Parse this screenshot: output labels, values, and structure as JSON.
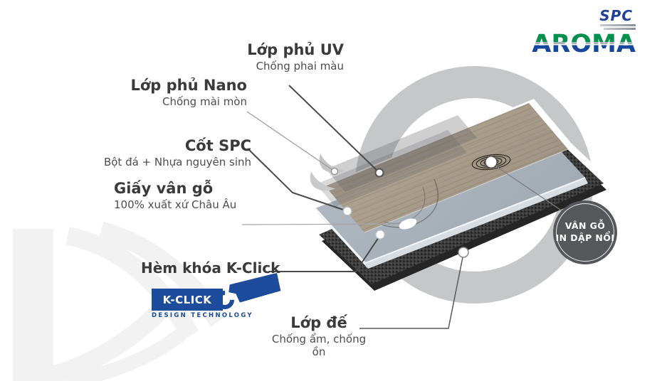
{
  "brand": {
    "name": "AROMA",
    "product": "SPC"
  },
  "callouts": {
    "uv": {
      "title": "Lớp phủ UV",
      "subtitle": "Chống phai màu"
    },
    "nano": {
      "title": "Lớp phủ Nano",
      "subtitle": "Chống mài mòn"
    },
    "core": {
      "title": "Cốt SPC",
      "subtitle": "Bột đá + Nhựa nguyên sinh"
    },
    "paper": {
      "title": "Giấy vân gỗ",
      "subtitle": "100% xuất xứ Châu Âu"
    },
    "lock": {
      "title": "Hèm khóa K-Click"
    },
    "base": {
      "title": "Lớp đế",
      "subtitle": "Chống ẩm, chống ồn"
    }
  },
  "badge": {
    "line1": "VÂN GỖ",
    "line2": "IN DẬP NỔI"
  },
  "kclick": {
    "wordmark": "K-CLICK",
    "tagline": "DESIGN TECHNOLOGY"
  },
  "colors": {
    "brand_green": "#00914d",
    "brand_blue": "#17479c",
    "kclick_blue": "#1d4c9c",
    "ring_gray": "#c6c7c9",
    "badge_gray": "#56575a"
  }
}
